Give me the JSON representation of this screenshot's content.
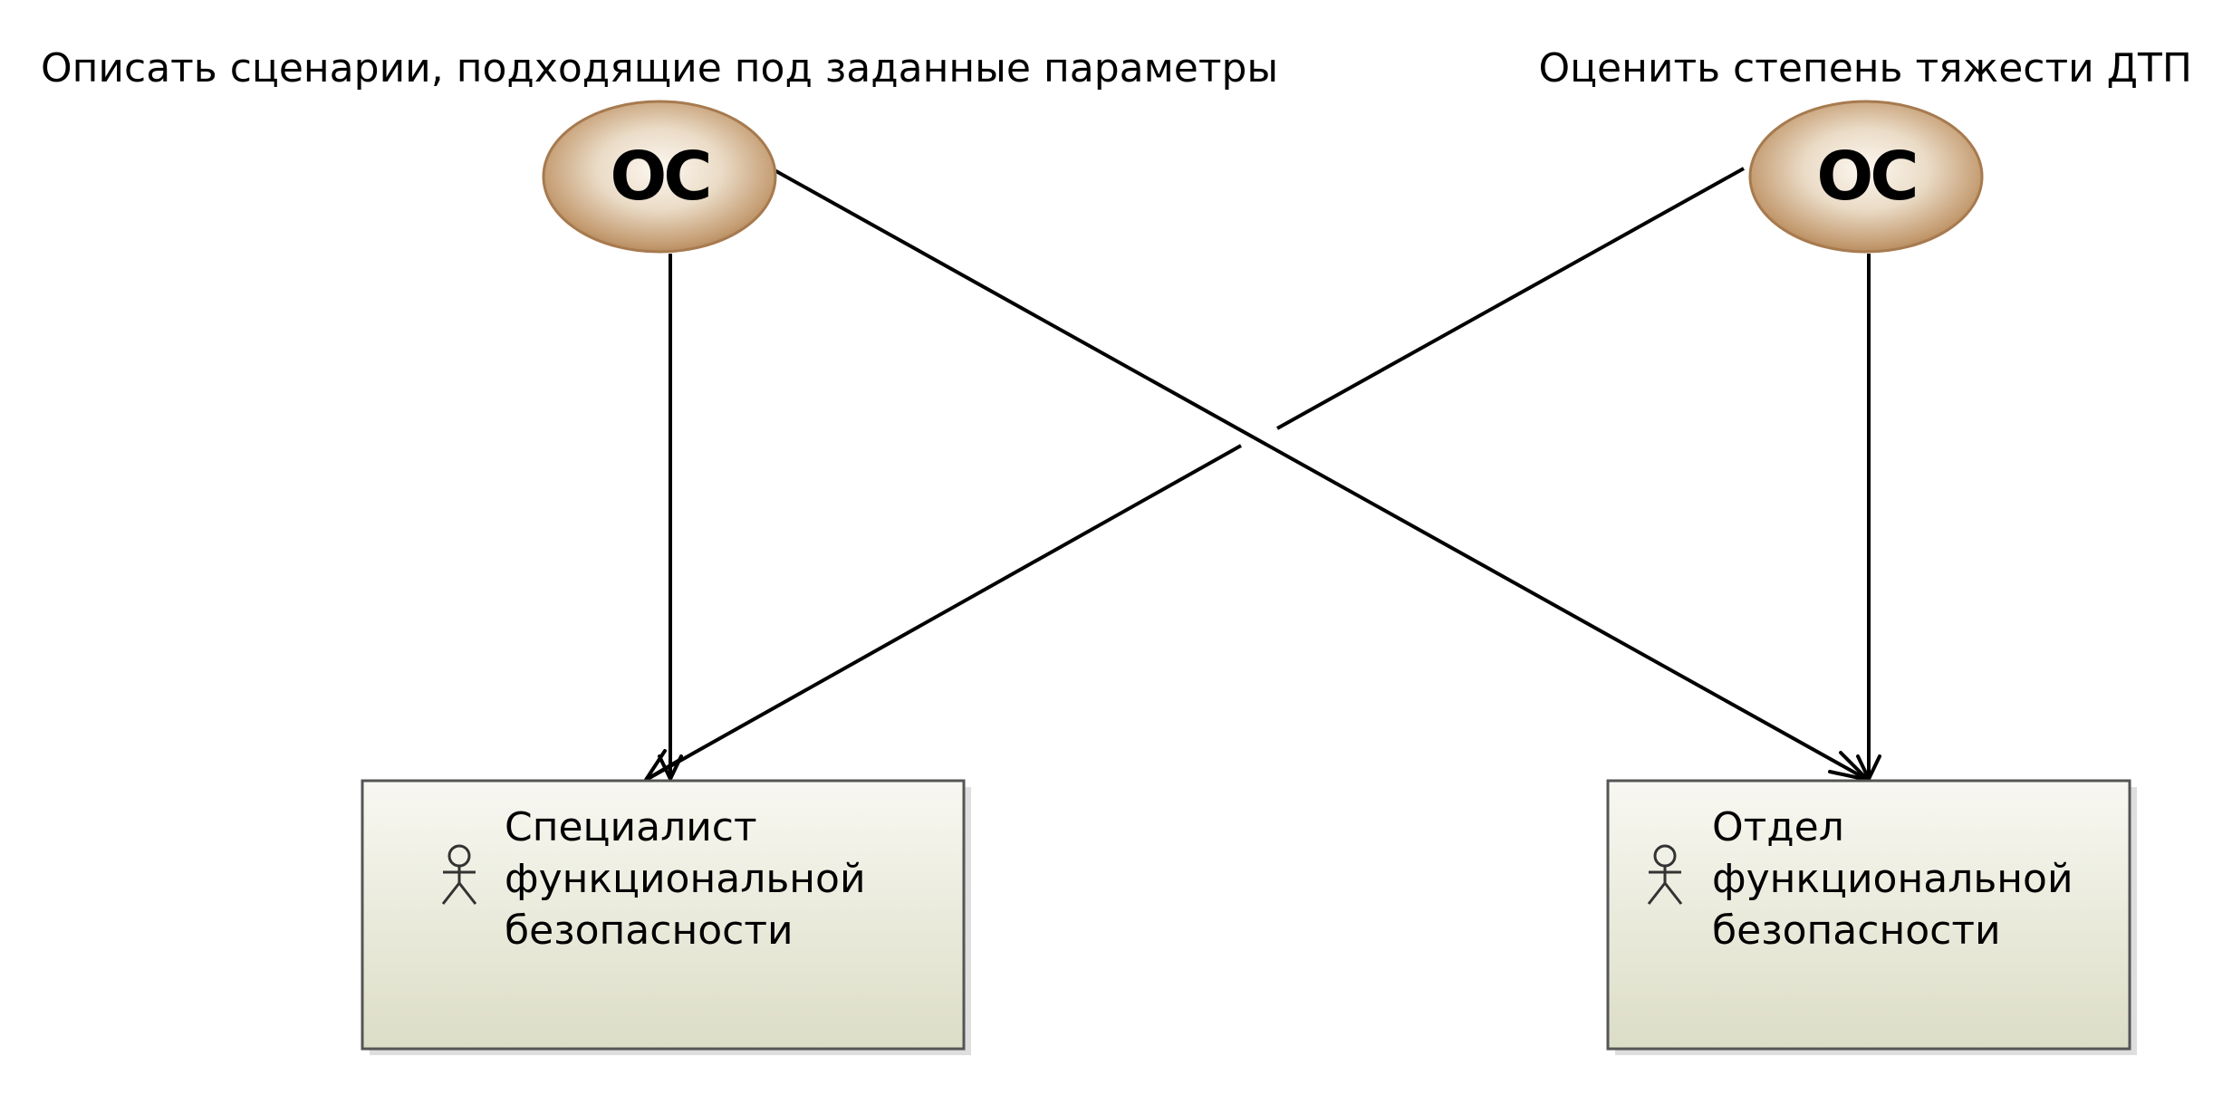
{
  "goals": [
    {
      "label": "Описать сценарии, подходящие под заданные параметры",
      "badge": "OC",
      "icon": "goal-oval-icon"
    },
    {
      "label": "Оценить степень тяжести ДТП",
      "badge": "OC",
      "icon": "goal-oval-icon"
    }
  ],
  "roles": [
    {
      "icon": "actor-icon",
      "lines": [
        "Специалист",
        "функциональной",
        "безопасности"
      ]
    },
    {
      "icon": "actor-icon",
      "lines": [
        "Отдел",
        "функциональной",
        "безопасности"
      ]
    }
  ],
  "connections": [
    {
      "from": "goal-1",
      "to": "role-1"
    },
    {
      "from": "goal-1",
      "to": "role-2"
    },
    {
      "from": "goal-2",
      "to": "role-1"
    },
    {
      "from": "goal-2",
      "to": "role-2"
    }
  ],
  "colors": {
    "oval_outer": "#a77a4f",
    "oval_inner": "#fdf8f1",
    "box_top": "#f8f8f2",
    "box_bottom": "#dcddc6",
    "line": "#000000"
  }
}
